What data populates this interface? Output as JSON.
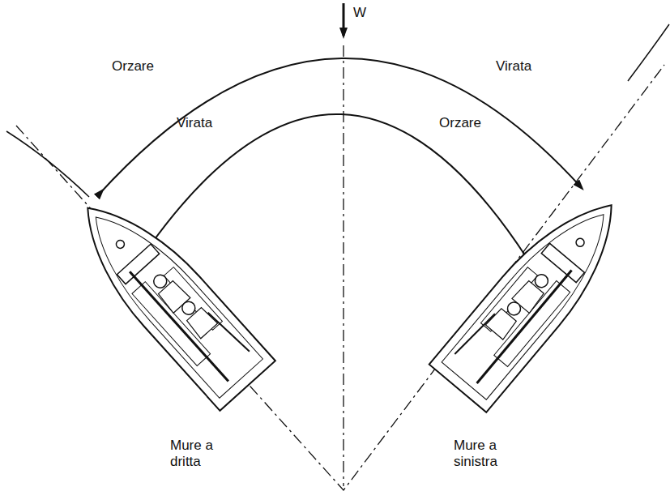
{
  "diagram": {
    "labels": [
      "W",
      "Orzare",
      "Virata",
      "Virata",
      "Orzare",
      "Mure a dritta",
      "Mure a sinistra"
    ]
  }
}
